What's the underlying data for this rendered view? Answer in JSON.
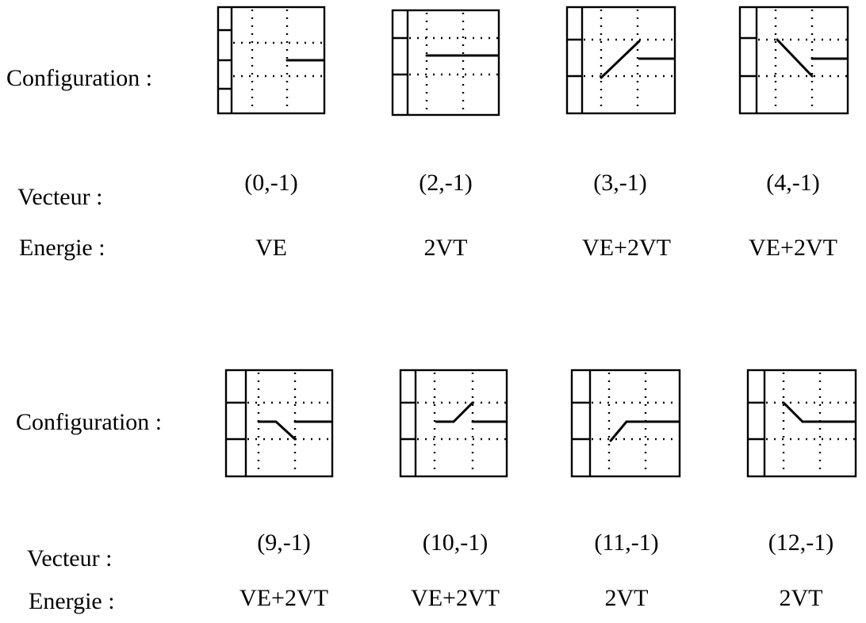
{
  "labels": {
    "configuration": "Configuration :",
    "vecteur": "Vecteur :",
    "energie": "Energie :"
  },
  "rows": [
    {
      "items": [
        {
          "vecteur": "(0,-1)",
          "energie": "VE"
        },
        {
          "vecteur": "(2,-1)",
          "energie": "2VT"
        },
        {
          "vecteur": "(3,-1)",
          "energie": "VE+2VT"
        },
        {
          "vecteur": "(4,-1)",
          "energie": "VE+2VT"
        }
      ]
    },
    {
      "items": [
        {
          "vecteur": "(9,-1)",
          "energie": "VE+2VT"
        },
        {
          "vecteur": "(10,-1)",
          "energie": "VE+2VT"
        },
        {
          "vecteur": "(11,-1)",
          "energie": "2VT"
        },
        {
          "vecteur": "(12,-1)",
          "energie": "2VT"
        }
      ]
    }
  ]
}
